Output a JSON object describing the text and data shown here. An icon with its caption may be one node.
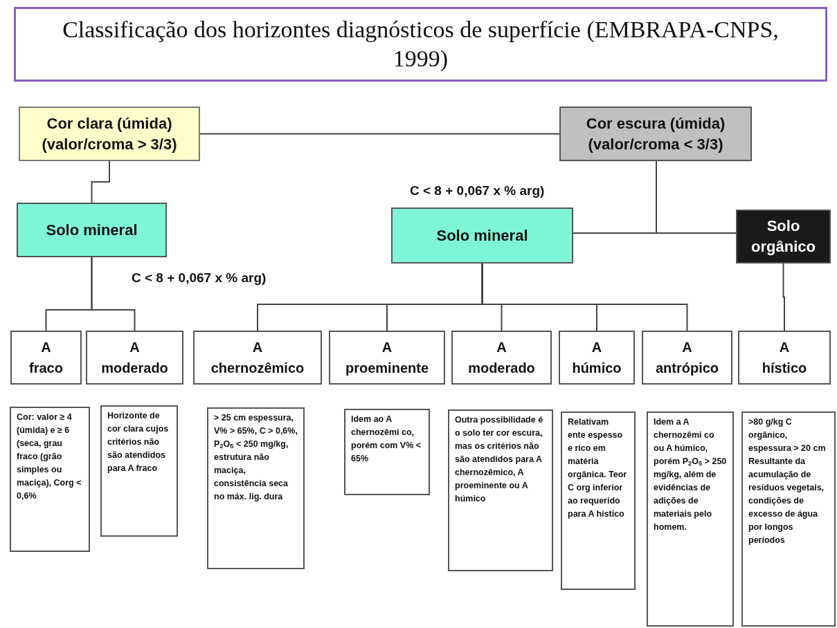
{
  "diagram": {
    "title": "Classificação dos horizontes diagnósticos de superfície (EMBRAPA-CNPS, 1999)",
    "nodes": [
      {
        "text": [
          "Cor clara (úmida)",
          "(valor/croma > 3/3)"
        ]
      },
      {
        "text": [
          "Cor escura (úmida)",
          "(valor/croma < 3/3)"
        ]
      },
      {
        "text": [
          "Solo mineral"
        ]
      },
      {
        "text": [
          "Solo mineral"
        ]
      },
      {
        "text": [
          "Solo orgânico"
        ]
      },
      {
        "text": [
          "A",
          "fraco"
        ]
      },
      {
        "text": [
          "A",
          "moderado"
        ]
      },
      {
        "text": [
          "A",
          "chernozêmico"
        ]
      },
      {
        "text": [
          "A",
          "proeminente"
        ]
      },
      {
        "text": [
          "A",
          "moderado"
        ]
      },
      {
        "text": [
          "A",
          "húmico"
        ]
      },
      {
        "text": [
          "A",
          "antrópico"
        ]
      },
      {
        "text": [
          "A",
          "hístico"
        ]
      },
      {
        "text": [
          "Cor: valor ≥ 4 (úmida) e ≥ 6 (seca, grau fraco (grão simples ou maciça), Corg < 0,6%"
        ]
      },
      {
        "text": [
          "Horizonte de cor clara cujos critérios não são atendidos para A fraco"
        ]
      },
      {
        "text": [
          "> 25 cm espessura, V% > 65%, C > 0,6%, P$_{2}$O$_{5}$ < 250 mg/kg, estrutura não maciça, consistência seca no máx. lig. dura"
        ]
      },
      {
        "text": [
          "Idem ao A chernozêmi co, porém com V% < 65%"
        ]
      },
      {
        "text": [
          "Outra possibilidade é o solo ter cor escura, mas os critérios não são atendidos para A chernozêmico, A proeminente ou A húmico"
        ]
      },
      {
        "text": [
          "Relativam ente espesso e rico em matéria orgânica. Teor C org inferior ao requerido para A hístico"
        ]
      },
      {
        "text": [
          "Idem a A chernozêmi co ou A húmico, porém P$_{2}$O$_{5}$ > 250 mg/kg, além de evidências de adições de materiais pelo homem."
        ]
      },
      {
        "text": [
          ">80 g/kg C orgânico, espessura > 20 cm Resultante da acumulação de resíduos vegetais, condições de excesso de água por longos períodos"
        ]
      }
    ],
    "edges": [
      {
        "from": 0,
        "to": 1,
        "arrow": "none"
      },
      {
        "from": 0,
        "to": 2,
        "arrow": "none"
      },
      {
        "from": 1,
        "to": 3,
        "arrow": "none"
      },
      {
        "from": 1,
        "to": 4,
        "arrow": "none"
      },
      {
        "from": 2,
        "to": 5,
        "arrow": "none"
      },
      {
        "from": 2,
        "to": 6,
        "arrow": "none"
      },
      {
        "from": 3,
        "to": 7,
        "arrow": "none"
      },
      {
        "from": 3,
        "to": 8,
        "arrow": "none"
      },
      {
        "from": 3,
        "to": 9,
        "arrow": "none"
      },
      {
        "from": 3,
        "to": 10,
        "arrow": "none"
      },
      {
        "from": 3,
        "to": 11,
        "arrow": "none"
      },
      {
        "from": 4,
        "to": 12,
        "arrow": "none"
      }
    ],
    "labels": [
      "C < 8 + 0,067 x % arg)",
      "C < 8 + 0,067 x % arg)"
    ]
  }
}
